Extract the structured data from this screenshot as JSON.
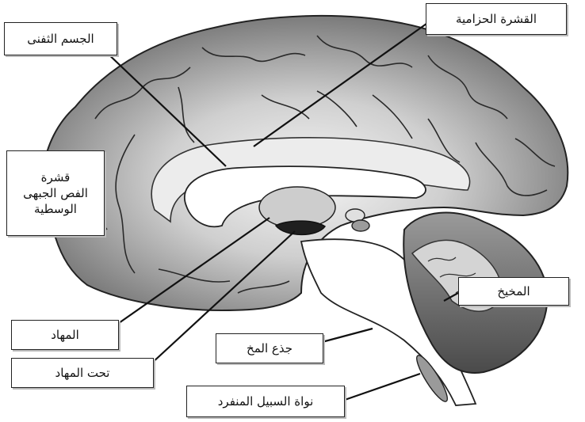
{
  "diagram": {
    "labels": {
      "corpus_callosum": "الجسم الثفنى",
      "cingulate_cortex": "القشرة الحزامية",
      "medial_prefrontal_cortex": "قشرة\nالفص الجبهى\nالوسطية",
      "cerebellum": "المخيخ",
      "thalamus": "المهاد",
      "hypothalamus": "تحت المهاد",
      "brainstem": "جذع المخ",
      "nucleus_solitary_tract": "نواة السبيل المنفرد"
    },
    "colors": {
      "cortex_dark": "#6e6e6e",
      "cortex_light": "#f2f2f2",
      "outline": "#222222",
      "label_border": "#222222"
    }
  }
}
